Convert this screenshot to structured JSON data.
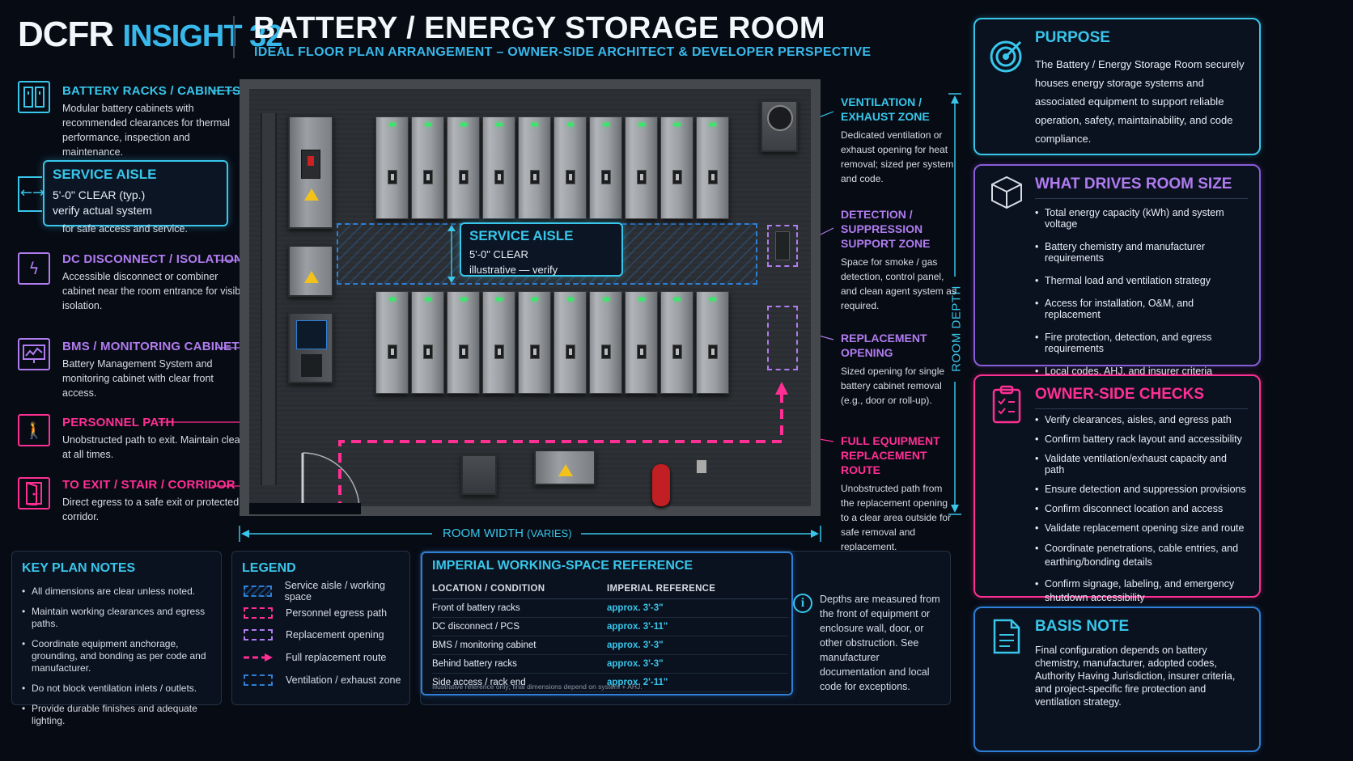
{
  "header": {
    "brand_main": "DCFR",
    "brand_sub": "INSIGHT 32",
    "title": "BATTERY / ENERGY STORAGE ROOM",
    "subtitle": "IDEAL FLOOR PLAN ARRANGEMENT – OWNER-SIDE ARCHITECT & DEVELOPER PERSPECTIVE"
  },
  "left_callouts": [
    {
      "title": "BATTERY RACKS / CABINETS",
      "text": "Modular battery cabinets with recommended clearances for thermal performance, inspection and maintenance.",
      "icon": "battery-cabinet-icon"
    },
    {
      "title": "DC DISCONNECT / ISOLATION",
      "text": "Accessible disconnect or combiner cabinet near the room entrance for visible isolation.",
      "icon": "lightning-icon"
    },
    {
      "title": "BMS / MONITORING CABINET",
      "text": "Battery Management System and monitoring cabinet with clear front access.",
      "icon": "monitor-chart-icon"
    },
    {
      "title": "PERSONNEL PATH",
      "text": "Unobstructed path to exit. Maintain clear at all times.",
      "icon": "walking-person-icon"
    },
    {
      "title": "TO EXIT / STAIR / CORRIDOR",
      "text": "Direct egress to a safe exit or protected corridor.",
      "icon": "exit-door-icon"
    }
  ],
  "service_aisle_left": {
    "title": "SERVICE AISLE",
    "line1": "5'-0\" CLEAR (typ.)",
    "line2": "verify actual system",
    "under_text": "for safe access and service."
  },
  "service_aisle_center": {
    "title": "SERVICE AISLE",
    "line1": "5'-0\" CLEAR",
    "line2": "illustrative — verify"
  },
  "dimensions": {
    "width_label": "ROOM WIDTH",
    "width_qual": "(VARIES)",
    "depth_label": "ROOM DEPTH"
  },
  "right_callouts": [
    {
      "title": "VENTILATION / EXHAUST ZONE",
      "text": "Dedicated ventilation or exhaust opening for heat removal; sized per system and code.",
      "color": "#38c6ea"
    },
    {
      "title": "DETECTION / SUPPRESSION SUPPORT ZONE",
      "text": "Space for smoke / gas detection, control panel, and clean agent system as required.",
      "color": "#b07cf0"
    },
    {
      "title": "REPLACEMENT OPENING",
      "text": "Sized opening for single battery cabinet removal (e.g., door or roll-up).",
      "color": "#b07cf0"
    },
    {
      "title": "FULL EQUIPMENT REPLACEMENT ROUTE",
      "text": "Unobstructed path from the replacement opening to a clear area outside for safe removal and replacement.",
      "color": "#ff2f94"
    }
  ],
  "panels": {
    "purpose": {
      "title": "PURPOSE",
      "text": "The Battery / Energy Storage Room securely houses energy storage systems and associated equipment to support reliable operation, safety, maintainability, and code compliance.",
      "icon": "target-icon"
    },
    "room_size": {
      "title": "WHAT DRIVES ROOM SIZE",
      "icon": "cube-icon",
      "items": [
        "Total energy capacity (kWh) and system voltage",
        "Battery chemistry and manufacturer requirements",
        "Thermal load and ventilation strategy",
        "Access for installation, O&M, and replacement",
        "Fire protection, detection, and egress requirements",
        "Local codes, AHJ, and insurer criteria"
      ]
    },
    "owner_checks": {
      "title": "OWNER-SIDE CHECKS",
      "icon": "clipboard-check-icon",
      "items": [
        "Verify clearances, aisles, and egress path",
        "Confirm battery rack layout and accessibility",
        "Validate ventilation/exhaust capacity and path",
        "Ensure detection and suppression provisions",
        "Confirm disconnect location and access",
        "Validate replacement opening size and route",
        "Coordinate penetrations, cable entries, and earthing/bonding details",
        "Confirm signage, labeling, and emergency shutdown accessibility"
      ]
    },
    "basis": {
      "title": "BASIS NOTE",
      "icon": "document-icon",
      "text": "Final configuration depends on battery chemistry, manufacturer, adopted codes, Authority Having Jurisdiction, insurer criteria, and project-specific fire protection and ventilation strategy."
    }
  },
  "key_notes": {
    "title": "KEY PLAN NOTES",
    "items": [
      "All dimensions are clear unless noted.",
      "Maintain working clearances and egress paths.",
      "Coordinate equipment anchorage, grounding, and bonding as per code and manufacturer.",
      "Do not block ventilation inlets / outlets.",
      "Provide durable finishes and adequate lighting."
    ]
  },
  "legend": {
    "title": "LEGEND",
    "items": [
      {
        "label": "Service aisle / working space",
        "color": "#2e7fd6"
      },
      {
        "label": "Personnel egress path",
        "color": "#ff2f94"
      },
      {
        "label": "Replacement opening",
        "color": "#b07cf0"
      },
      {
        "label": "Full replacement route",
        "color": "#ff2f94"
      },
      {
        "label": "Ventilation / exhaust zone",
        "color": "#2e7fd6"
      }
    ]
  },
  "imperial_ref": {
    "title": "IMPERIAL WORKING-SPACE REFERENCE",
    "col1": "LOCATION / CONDITION",
    "col2": "IMPERIAL REFERENCE",
    "rows": [
      {
        "location": "Front of battery racks",
        "ref": "approx. 3'-3\""
      },
      {
        "location": "DC disconnect / PCS",
        "ref": "approx. 3'-11\""
      },
      {
        "location": "BMS / monitoring cabinet",
        "ref": "approx. 3'-3\""
      },
      {
        "location": "Behind battery racks",
        "ref": "approx. 3'-3\""
      },
      {
        "location": "Side access / rack end",
        "ref": "approx. 2'-11\""
      }
    ],
    "footnote": "Illustrative reference only; final dimensions depend on system + AHJ."
  },
  "info_note": "Depths are measured from the front of equipment or enclosure wall, door, or other obstruction. See manufacturer documentation and local code for exceptions.",
  "colors": {
    "cyan": "#38c6ea",
    "magenta": "#ff2f94",
    "purple": "#b07cf0",
    "background": "#070b14"
  }
}
